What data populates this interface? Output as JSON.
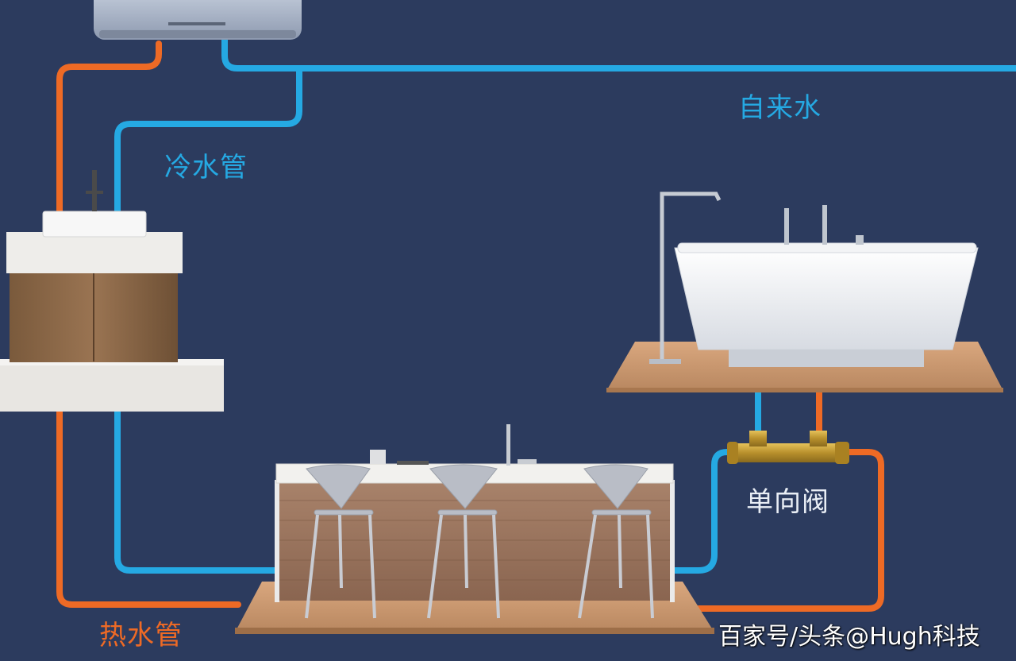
{
  "colors": {
    "background": "#2c3b5e",
    "cold_pipe": "#25a9e3",
    "hot_pipe": "#ee6a25",
    "valve_brass": "#c9a13a"
  },
  "labels": {
    "tap_water": "自来水",
    "cold_pipe": "冷水管",
    "hot_pipe": "热水管",
    "check_valve": "单向阀"
  },
  "watermark": "百家号/头条@Hugh科技",
  "icons": [
    "water-heater-icon",
    "sink-cabinet-icon",
    "bathtub-icon",
    "kitchen-island-icon",
    "bar-stool-icon",
    "check-valve-icon"
  ]
}
